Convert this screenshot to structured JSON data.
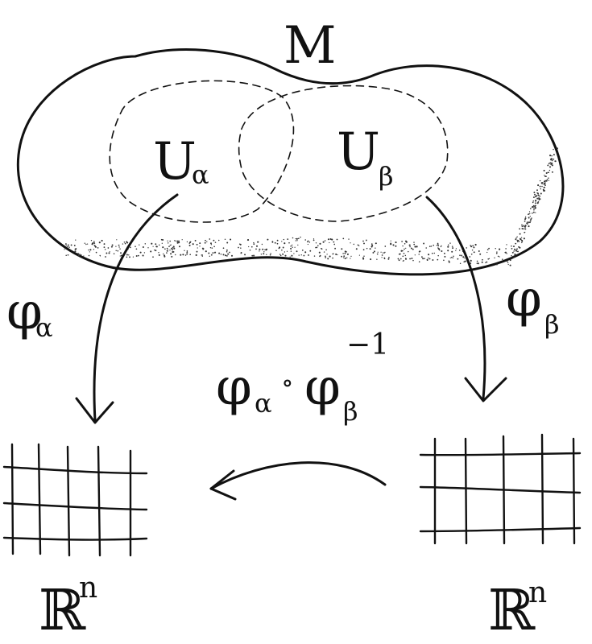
{
  "manifold": {
    "label": "M"
  },
  "charts": [
    {
      "open_set_base": "U",
      "open_set_sub": "α",
      "map_base": "φ",
      "map_sub": "α",
      "target_base": "ℝ",
      "target_sup": "n"
    },
    {
      "open_set_base": "U",
      "open_set_sub": "β",
      "map_base": "φ",
      "map_sub": "β",
      "target_base": "ℝ",
      "target_sup": "n"
    }
  ],
  "transition": {
    "left_base": "φ",
    "left_sub": "α",
    "compose": "∘",
    "right_base": "φ",
    "right_sub": "β",
    "right_sup": "−1"
  },
  "colors": {
    "ink": "#111111",
    "background": "#ffffff"
  }
}
